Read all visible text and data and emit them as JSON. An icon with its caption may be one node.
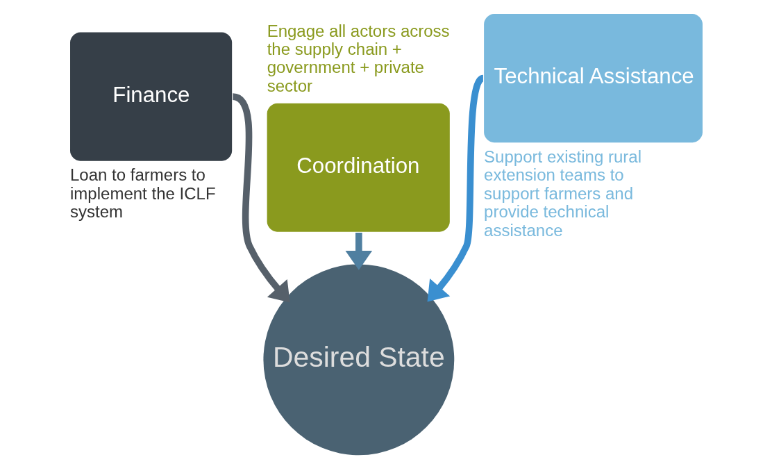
{
  "diagram": {
    "nodes": [
      {
        "text": [
          "Coordination"
        ],
        "beside": [
          "Engage all actors across the supply chain + government + private sector"
        ]
      },
      {
        "text": [
          "Finance"
        ],
        "beside": [
          "Loan to farmers to implement the ICLF system"
        ]
      },
      {
        "text": [
          "Technical Assistance"
        ],
        "beside": [
          "Support existing rural extension teams to support farmers and provide technical assistance"
        ]
      },
      {
        "text": [
          "Desired State"
        ]
      }
    ],
    "edges": [
      {
        "from": 0,
        "to": 3,
        "arrow": "to"
      },
      {
        "from": 1,
        "to": 3,
        "arrow": "to"
      },
      {
        "from": 2,
        "to": 3,
        "arrow": "to"
      }
    ]
  }
}
